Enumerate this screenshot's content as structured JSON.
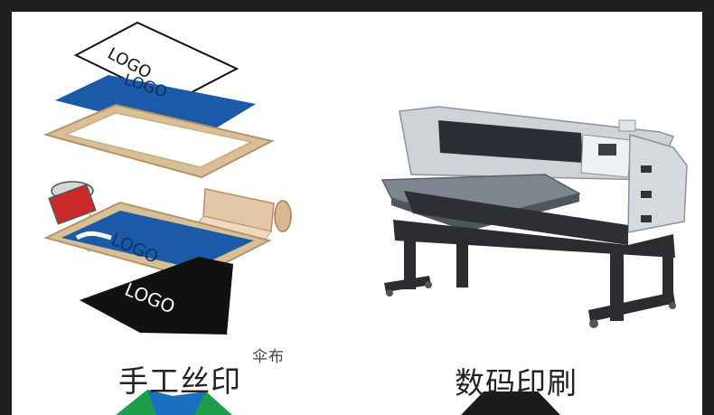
{
  "left": {
    "caption": "手工丝印",
    "small_label": "伞布",
    "logo_text": "LOGO",
    "colors": {
      "blue": "#1a5aa8",
      "frame": "#d9bf95",
      "frame_edge": "#b2946a",
      "black": "#111111"
    }
  },
  "right": {
    "caption": "数码印刷",
    "colors": {
      "body": "#cfd3d7",
      "dark": "#2d2f33",
      "platen": "#7d858f"
    }
  }
}
